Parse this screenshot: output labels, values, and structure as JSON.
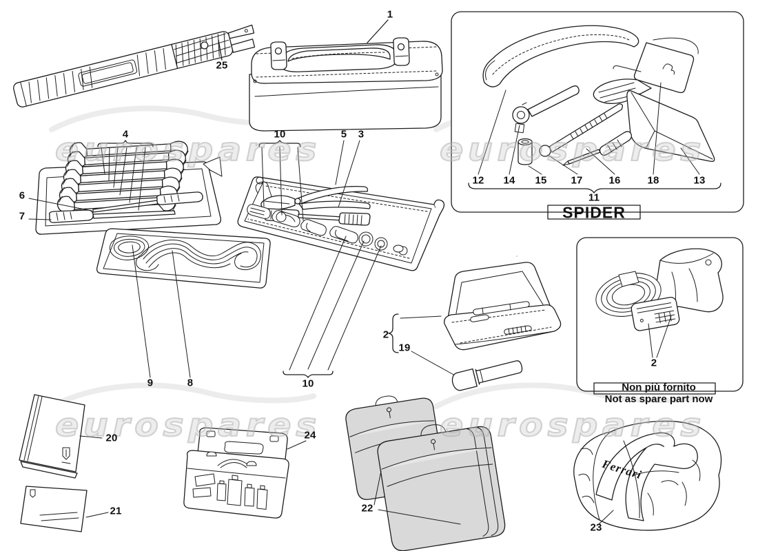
{
  "watermark": {
    "text": "eurospares"
  },
  "callouts": {
    "c1": "1",
    "c2": "2",
    "c3": "3",
    "c4": "4",
    "c5": "5",
    "c6": "6",
    "c7": "7",
    "c8": "8",
    "c9": "9",
    "c10": "10",
    "c11": "11",
    "c12": "12",
    "c13": "13",
    "c14": "14",
    "c15": "15",
    "c16": "16",
    "c17": "17",
    "c18": "18",
    "c19": "19",
    "c20": "20",
    "c21": "21",
    "c22": "22",
    "c23": "23",
    "c24": "24",
    "c25": "25"
  },
  "spider_box": {
    "title": "SPIDER"
  },
  "not_supplied_note": {
    "line1": "Non più fornito",
    "line2": "Not as spare part now"
  },
  "duffel_logo": "Ferrari"
}
